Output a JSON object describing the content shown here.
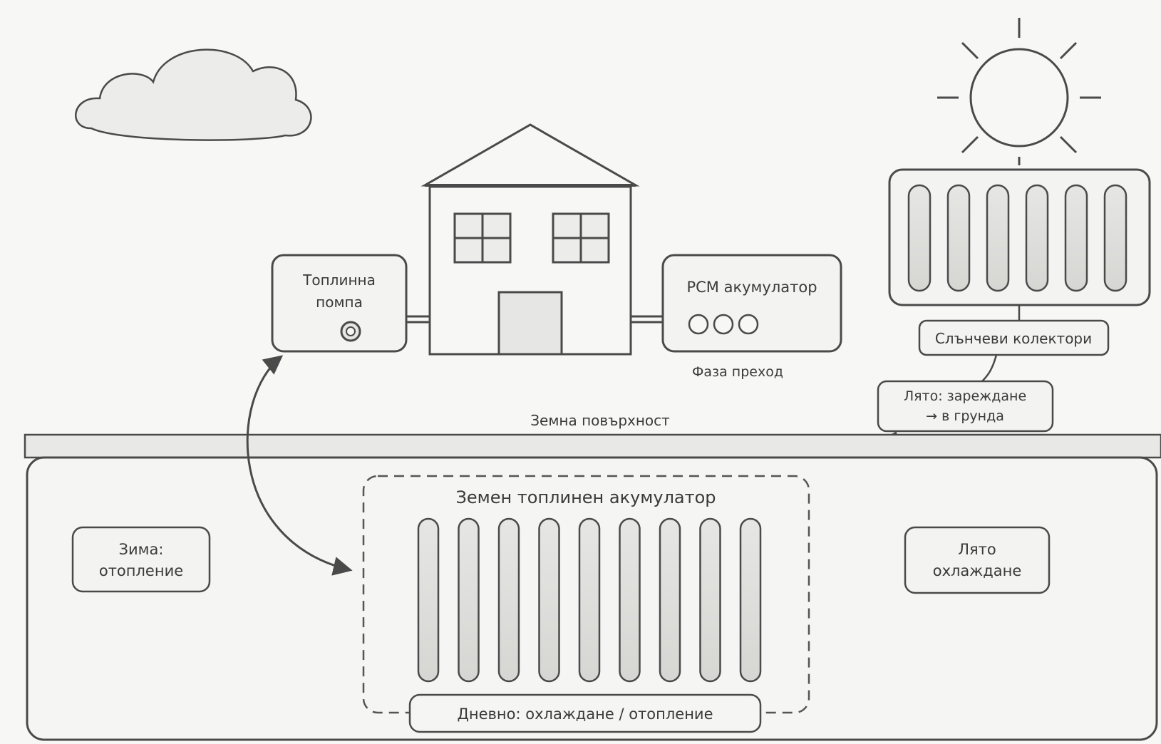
{
  "labels": {
    "heat_pump": [
      "Топлинна",
      "помпа"
    ],
    "pcm": "PCM акумулатор",
    "phase": "Фаза преход",
    "solar": "Слънчеви колектори",
    "summer_charge": [
      "Лято: зареждане",
      "→ в грунда"
    ],
    "surface": "Земна повърхност",
    "ground_store": "Земен топлинен акумулатор",
    "winter": [
      "Зима:",
      "отопление"
    ],
    "summer_cool": [
      "Лято",
      "охлаждане"
    ],
    "daily": "Дневно: охлаждане / отопление"
  },
  "colors": {
    "stroke": "#4a4a4a",
    "fill": "#ededec",
    "tube": "#dcdcda",
    "background": "#f7f7f6"
  }
}
